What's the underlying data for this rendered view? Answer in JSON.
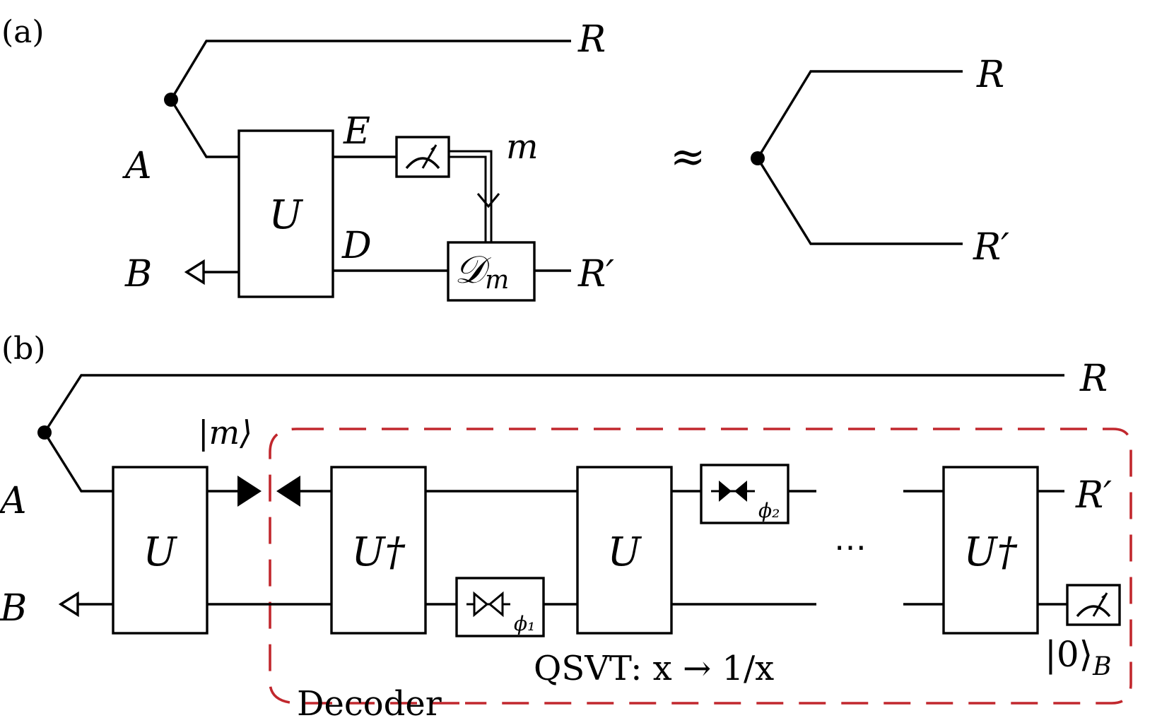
{
  "panel_a": {
    "tag": "(a)",
    "labels": {
      "R_top": "R",
      "A": "A",
      "B": "B",
      "E": "E",
      "D": "D",
      "m": "m",
      "R_prime": "R′",
      "approx": "≈",
      "R_right": "R",
      "R_prime_right": "R′"
    },
    "gates": {
      "U": "U",
      "decoder_main": "𝒟",
      "decoder_sub": "m"
    }
  },
  "panel_b": {
    "tag": "(b)",
    "labels": {
      "R_top": "R",
      "A": "A",
      "B": "B",
      "ket_m": "|m⟩",
      "R_prime": "R′",
      "dots": "⋯",
      "ket_zero": "|0⟩",
      "ket_zero_sub": "B"
    },
    "gates": {
      "U1": "U",
      "Udag1": "U†",
      "U2": "U",
      "Udag2": "U†",
      "phi1": "ϕ₁",
      "phi2": "ϕ₂"
    },
    "qsvt_label": "QSVT: x → 1/x",
    "decoder_label": "Decoder"
  },
  "colors": {
    "wire": "#000000",
    "decoder_box": "#c1272d"
  }
}
